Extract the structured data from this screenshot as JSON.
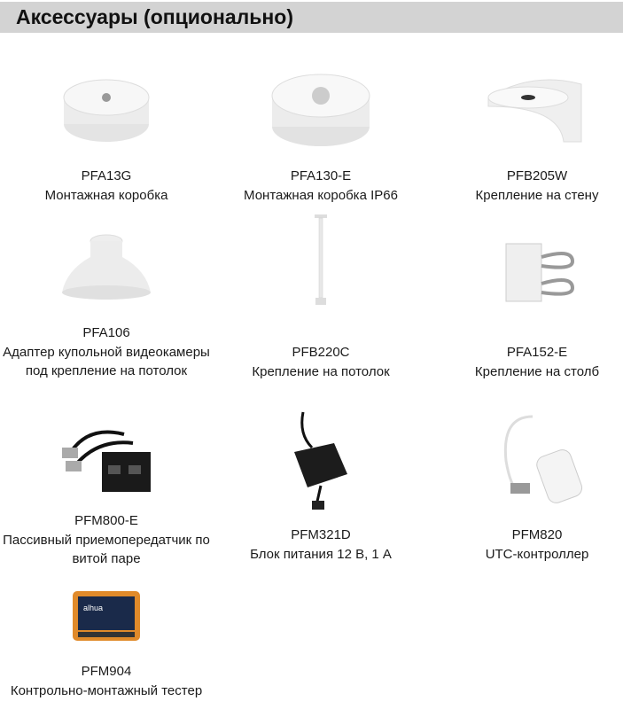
{
  "header": {
    "title": "Аксессуары (опционально)"
  },
  "items": [
    {
      "model": "PFA13G",
      "desc": "Монтажная коробка",
      "icon": "junction-box-icon"
    },
    {
      "model": "PFA130-E",
      "desc": "Монтажная коробка IP66",
      "icon": "junction-box-icon"
    },
    {
      "model": "PFB205W",
      "desc": "Крепление на стену",
      "icon": "wall-mount-icon"
    },
    {
      "model": "PFA106",
      "desc": "Адаптер купольной видеокамеры под крепление на потолок",
      "icon": "dome-adapter-icon"
    },
    {
      "model": "PFB220C",
      "desc": "Крепление на потолок",
      "icon": "ceiling-pole-icon"
    },
    {
      "model": "PFA152-E",
      "desc": "Крепление на столб",
      "icon": "pole-mount-icon"
    },
    {
      "model": "PFM800-E",
      "desc": "Пассивный приемопередатчик по витой паре",
      "icon": "transceiver-icon"
    },
    {
      "model": "PFM321D",
      "desc": "Блок питания 12 В, 1 А",
      "icon": "power-adapter-icon"
    },
    {
      "model": "PFM820",
      "desc": "UTC-контроллер",
      "icon": "utc-controller-icon"
    },
    {
      "model": "PFM904",
      "desc": "Контрольно-монтажный тестер",
      "icon": "tester-icon",
      "logo": "alhua"
    }
  ]
}
